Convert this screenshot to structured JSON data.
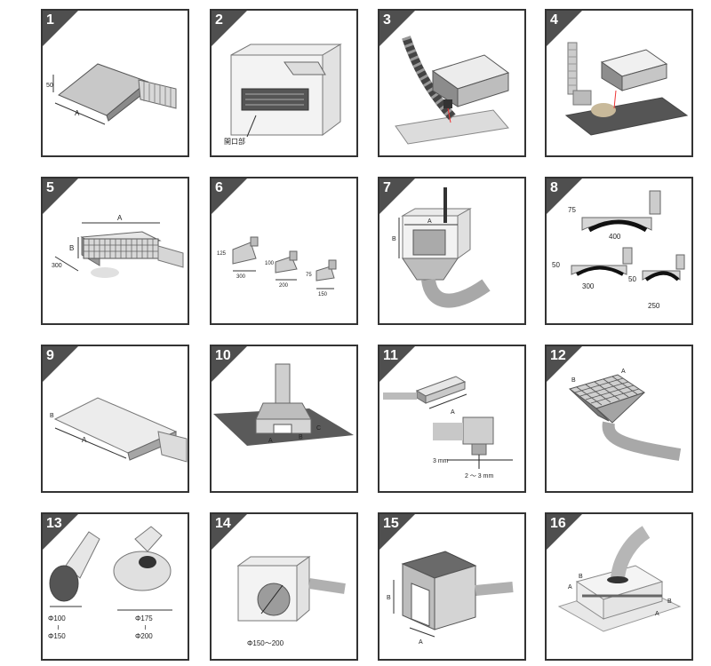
{
  "panels": [
    {
      "number": "1",
      "labels": {
        "dim_side": "50",
        "dim_a": "A"
      }
    },
    {
      "number": "2",
      "labels": {
        "opening": "開口部"
      }
    },
    {
      "number": "3",
      "labels": {}
    },
    {
      "number": "4",
      "labels": {}
    },
    {
      "number": "5",
      "labels": {
        "a": "A",
        "b": "B",
        "d": "300"
      }
    },
    {
      "number": "6",
      "labels": {
        "h1": "125",
        "w1": "300",
        "h2": "100",
        "w2": "200",
        "h3": "75",
        "w3": "150"
      }
    },
    {
      "number": "7",
      "labels": {
        "a": "A",
        "b": "B"
      }
    },
    {
      "number": "8",
      "labels": {
        "h1": "75",
        "w1": "400",
        "h2": "50",
        "w2": "300",
        "h3": "50",
        "w3": "250"
      }
    },
    {
      "number": "9",
      "labels": {
        "side": "B",
        "a": "A"
      }
    },
    {
      "number": "10",
      "labels": {
        "a": "A",
        "b": "B",
        "c": "C"
      }
    },
    {
      "number": "11",
      "labels": {
        "a": "A",
        "gap1": "3 mm",
        "gap2": "2 ～ 3 mm"
      }
    },
    {
      "number": "12",
      "labels": {
        "a": "A",
        "b": "B"
      }
    },
    {
      "number": "13",
      "labels": {
        "d1a": "Φ100",
        "d1t": "≀",
        "d1b": "Φ150",
        "d2a": "Φ175",
        "d2t": "≀",
        "d2b": "Φ200"
      }
    },
    {
      "number": "14",
      "labels": {
        "d": "Φ150～200"
      }
    },
    {
      "number": "15",
      "labels": {
        "a": "A",
        "b": "B"
      }
    },
    {
      "number": "16",
      "labels": {
        "a1": "A",
        "b1": "B",
        "a2": "A",
        "b2": "B"
      }
    }
  ]
}
